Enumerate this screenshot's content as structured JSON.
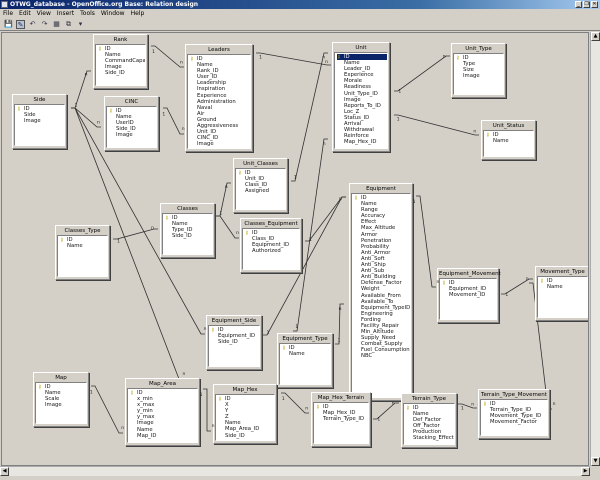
{
  "window": {
    "title": "OTWG_database - OpenOffice.org Base: Relation design",
    "controls": [
      "_",
      "❐",
      "✕"
    ]
  },
  "menu": [
    "File",
    "Edit",
    "View",
    "Insert",
    "Tools",
    "Window",
    "Help"
  ],
  "toolbar": [
    {
      "icon": "save-icon",
      "glyph": "💾"
    },
    {
      "icon": "edit-icon",
      "glyph": "✎"
    },
    {
      "icon": "undo-icon",
      "glyph": "↶"
    },
    {
      "icon": "redo-icon",
      "glyph": "↷"
    },
    {
      "icon": "add-table-icon",
      "glyph": "▦"
    },
    {
      "icon": "new-relation-icon",
      "glyph": "⧉"
    },
    {
      "icon": "more-icon",
      "glyph": "▾"
    }
  ],
  "tables": [
    {
      "name": "Rank",
      "fields": [
        "ID",
        "Name",
        "CommandCapacity",
        "Image",
        "Side_ID"
      ]
    },
    {
      "name": "Leaders",
      "fields": [
        "ID",
        "Name",
        "Rank_ID",
        "User_ID",
        "Leadership",
        "Inspiration",
        "Experience",
        "Administration",
        "Naval",
        "Air",
        "Ground",
        "Aggressiveness",
        "Unit_ID",
        "CINC_ID",
        "Image"
      ]
    },
    {
      "name": "Unit",
      "fields": [
        "ID",
        "Name",
        "Leader_ID",
        "Experience",
        "Morale",
        "Readiness",
        "Unit_Type_ID",
        "Image",
        "Reports_To_ID",
        "Loc_Z",
        "Status_ID",
        "Arrival",
        "Withdrawal",
        "Reinforce",
        "Map_Hex_ID"
      ]
    },
    {
      "name": "Unit_Type",
      "fields": [
        "ID",
        "Type",
        "Size",
        "Image"
      ]
    },
    {
      "name": "Unit_Status",
      "fields": [
        "ID",
        "Name"
      ]
    },
    {
      "name": "Side",
      "fields": [
        "ID",
        "Side",
        "Image"
      ]
    },
    {
      "name": "CINC",
      "fields": [
        "ID",
        "Name",
        "UserID",
        "Side_ID",
        "Image"
      ]
    },
    {
      "name": "Unit_Classes",
      "fields": [
        "ID",
        "Unit_ID",
        "Class_ID",
        "Assigned"
      ]
    },
    {
      "name": "Classes",
      "fields": [
        "ID",
        "Name",
        "Type_ID",
        "Side_ID"
      ]
    },
    {
      "name": "Classes_Type",
      "fields": [
        "ID",
        "Name"
      ]
    },
    {
      "name": "Classes_Equipment",
      "fields": [
        "ID",
        "Class_ID",
        "Equipment_ID",
        "Authorized"
      ]
    },
    {
      "name": "Equipment",
      "fields": [
        "ID",
        "Name",
        "Range",
        "Accuracy",
        "Effect",
        "Max_Altitude",
        "Armor",
        "Penetration",
        "Probability",
        "Anti_Armor",
        "Anti_Soft",
        "Anti_Ship",
        "Anti_Sub",
        "Anti_Building",
        "Defense_Factor",
        "Weight",
        "Available_From",
        "Available_To",
        "Equipment_TypeID",
        "Engineering",
        "Fording",
        "Facility_Repair",
        "Min_Altitude",
        "Supply_Need",
        "Combat_Supply",
        "Fuel_Consumption",
        "NBC"
      ]
    },
    {
      "name": "Equipment_Movement",
      "fields": [
        "ID",
        "Equipment_ID",
        "Movement_ID"
      ]
    },
    {
      "name": "Movement_Type",
      "fields": [
        "ID",
        "Name"
      ]
    },
    {
      "name": "Equipment_Side",
      "fields": [
        "ID",
        "Equipment_ID",
        "Side_ID"
      ]
    },
    {
      "name": "Equipment_Type",
      "fields": [
        "ID",
        "Name"
      ]
    },
    {
      "name": "Map",
      "fields": [
        "ID",
        "Name",
        "Scale",
        "Image"
      ]
    },
    {
      "name": "Map_Area",
      "fields": [
        "ID",
        "x_min",
        "x_max",
        "y_min",
        "y_max",
        "Image",
        "Name",
        "Map_ID"
      ]
    },
    {
      "name": "Map_Hex",
      "fields": [
        "ID",
        "X",
        "Y",
        "Z",
        "Name",
        "Map_Area_ID",
        "Side_ID"
      ]
    },
    {
      "name": "Map_Hex_Terrain",
      "fields": [
        "ID",
        "Map_Hex_ID",
        "Terrain_Type_ID"
      ]
    },
    {
      "name": "Terrain_Type",
      "fields": [
        "ID",
        "Name",
        "Def_Factor",
        "Off_Factor",
        "Production",
        "Stacking_Effect"
      ]
    },
    {
      "name": "Terrain_Type_Movement",
      "fields": [
        "ID",
        "Terrain_Type_ID",
        "Movement_Type_ID",
        "Movement_Factor"
      ]
    }
  ],
  "selected": {
    "table": "Unit",
    "field": "ID"
  },
  "cardinality": {
    "one": "1",
    "many": "n"
  }
}
